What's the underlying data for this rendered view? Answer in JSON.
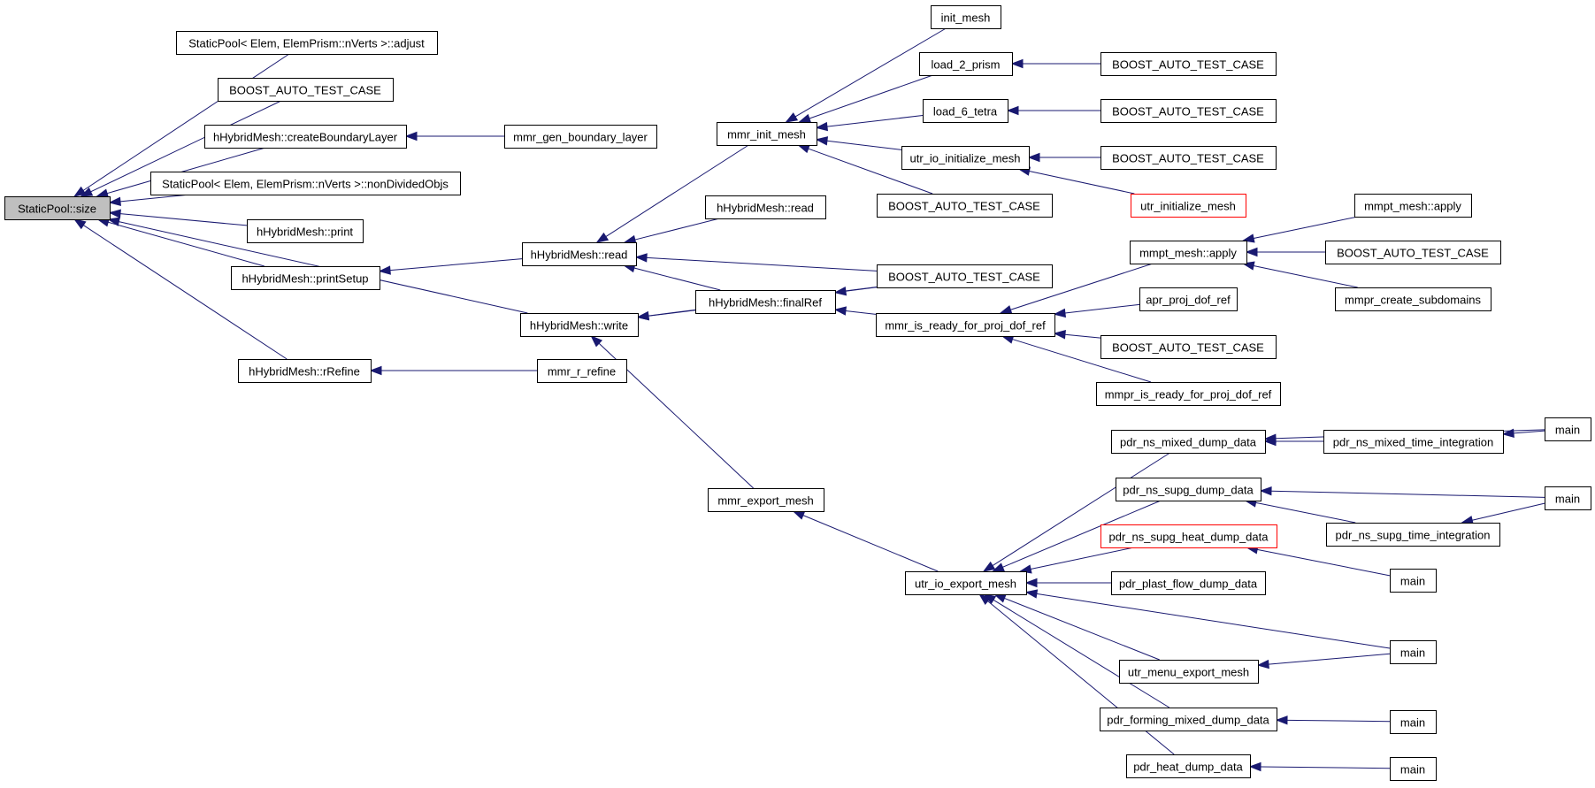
{
  "diagram": {
    "colors": {
      "edge": "#191970",
      "root_fill": "#bfbfbf",
      "node_fill": "#ffffff",
      "node_border": "#000000",
      "truncated_border": "#ff0000"
    },
    "nodes": [
      {
        "id": "root",
        "label": "StaticPool::size",
        "root": true
      },
      {
        "id": "adjust",
        "label": "StaticPool< Elem, ElemPrism::nVerts >::adjust"
      },
      {
        "id": "bat1",
        "label": "BOOST_AUTO_TEST_CASE"
      },
      {
        "id": "cbl",
        "label": "hHybridMesh::createBoundaryLayer"
      },
      {
        "id": "mgbl",
        "label": "mmr_gen_boundary_layer"
      },
      {
        "id": "ndo",
        "label": "StaticPool< Elem, ElemPrism::nVerts >::nonDividedObjs"
      },
      {
        "id": "print",
        "label": "hHybridMesh::print"
      },
      {
        "id": "psetup",
        "label": "hHybridMesh::printSetup"
      },
      {
        "id": "write",
        "label": "hHybridMesh::write"
      },
      {
        "id": "rref",
        "label": "hHybridMesh::rRefine"
      },
      {
        "id": "mrr",
        "label": "mmr_r_refine"
      },
      {
        "id": "read",
        "label": "hHybridMesh::read"
      },
      {
        "id": "finalref",
        "label": "hHybridMesh::finalRef"
      },
      {
        "id": "mexport",
        "label": "mmr_export_mesh"
      },
      {
        "id": "minit",
        "label": "mmr_init_mesh"
      },
      {
        "id": "read2",
        "label": "hHybridMesh::read"
      },
      {
        "id": "bat_fr",
        "label": "BOOST_AUTO_TEST_CASE"
      },
      {
        "id": "mrpdr",
        "label": "mmr_is_ready_for_proj_dof_ref"
      },
      {
        "id": "initmesh",
        "label": "init_mesh"
      },
      {
        "id": "load2",
        "label": "load_2_prism"
      },
      {
        "id": "load6",
        "label": "load_6_tetra"
      },
      {
        "id": "uioinit",
        "label": "utr_io_initialize_mesh"
      },
      {
        "id": "bat_mi",
        "label": "BOOST_AUTO_TEST_CASE"
      },
      {
        "id": "bat_l2",
        "label": "BOOST_AUTO_TEST_CASE"
      },
      {
        "id": "bat_l6",
        "label": "BOOST_AUTO_TEST_CASE"
      },
      {
        "id": "bat_ui",
        "label": "BOOST_AUTO_TEST_CASE"
      },
      {
        "id": "uinit",
        "label": "utr_initialize_mesh",
        "truncated": true
      },
      {
        "id": "mmptapply",
        "label": "mmpt_mesh::apply"
      },
      {
        "id": "aprproj",
        "label": "apr_proj_dof_ref"
      },
      {
        "id": "bat_mr",
        "label": "BOOST_AUTO_TEST_CASE"
      },
      {
        "id": "mmprready",
        "label": "mmpr_is_ready_for_proj_dof_ref"
      },
      {
        "id": "mmptapply2",
        "label": "mmpt_mesh::apply"
      },
      {
        "id": "bat_ma",
        "label": "BOOST_AUTO_TEST_CASE"
      },
      {
        "id": "mmprsub",
        "label": "mmpr_create_subdomains"
      },
      {
        "id": "uioexp",
        "label": "utr_io_export_mesh"
      },
      {
        "id": "pmixed",
        "label": "pdr_ns_mixed_dump_data"
      },
      {
        "id": "psupg",
        "label": "pdr_ns_supg_dump_data"
      },
      {
        "id": "psupgheat",
        "label": "pdr_ns_supg_heat_dump_data",
        "truncated": true
      },
      {
        "id": "pplast",
        "label": "pdr_plast_flow_dump_data"
      },
      {
        "id": "umenu",
        "label": "utr_menu_export_mesh"
      },
      {
        "id": "pforming",
        "label": "pdr_forming_mixed_dump_data"
      },
      {
        "id": "pheat",
        "label": "pdr_heat_dump_data"
      },
      {
        "id": "pmixedti",
        "label": "pdr_ns_mixed_time_integration"
      },
      {
        "id": "psupgti",
        "label": "pdr_ns_supg_time_integration"
      },
      {
        "id": "main1",
        "label": "main"
      },
      {
        "id": "main2",
        "label": "main"
      },
      {
        "id": "main3",
        "label": "main"
      },
      {
        "id": "main4",
        "label": "main"
      },
      {
        "id": "main5",
        "label": "main"
      },
      {
        "id": "main6",
        "label": "main"
      }
    ],
    "edges": [
      [
        "root",
        "adjust"
      ],
      [
        "root",
        "bat1"
      ],
      [
        "root",
        "cbl"
      ],
      [
        "root",
        "ndo"
      ],
      [
        "root",
        "print"
      ],
      [
        "root",
        "psetup"
      ],
      [
        "root",
        "write"
      ],
      [
        "root",
        "rref"
      ],
      [
        "cbl",
        "mgbl"
      ],
      [
        "psetup",
        "read"
      ],
      [
        "rref",
        "mrr"
      ],
      [
        "write",
        "finalref"
      ],
      [
        "write",
        "mexport"
      ],
      [
        "write",
        "bat_fr"
      ],
      [
        "read",
        "minit"
      ],
      [
        "read",
        "read2"
      ],
      [
        "read",
        "finalref"
      ],
      [
        "read",
        "bat_fr"
      ],
      [
        "finalref",
        "bat_fr"
      ],
      [
        "finalref",
        "mrpdr"
      ],
      [
        "minit",
        "initmesh"
      ],
      [
        "minit",
        "load2"
      ],
      [
        "minit",
        "load6"
      ],
      [
        "minit",
        "uioinit"
      ],
      [
        "minit",
        "bat_mi"
      ],
      [
        "load2",
        "bat_l2"
      ],
      [
        "load6",
        "bat_l6"
      ],
      [
        "uioinit",
        "bat_ui"
      ],
      [
        "uioinit",
        "uinit"
      ],
      [
        "mrpdr",
        "mmptapply"
      ],
      [
        "mrpdr",
        "aprproj"
      ],
      [
        "mrpdr",
        "bat_mr"
      ],
      [
        "mrpdr",
        "mmprready"
      ],
      [
        "mmptapply",
        "mmptapply2"
      ],
      [
        "mmptapply",
        "bat_ma"
      ],
      [
        "mmptapply",
        "mmprsub"
      ],
      [
        "mexport",
        "uioexp"
      ],
      [
        "uioexp",
        "pmixed"
      ],
      [
        "uioexp",
        "psupg"
      ],
      [
        "uioexp",
        "psupgheat"
      ],
      [
        "uioexp",
        "pplast"
      ],
      [
        "uioexp",
        "main4"
      ],
      [
        "uioexp",
        "umenu"
      ],
      [
        "uioexp",
        "pforming"
      ],
      [
        "uioexp",
        "pheat"
      ],
      [
        "pmixed",
        "pmixedti"
      ],
      [
        "pmixed",
        "main1"
      ],
      [
        "pmixedti",
        "main1"
      ],
      [
        "psupg",
        "psupgti"
      ],
      [
        "psupg",
        "main2"
      ],
      [
        "psupgti",
        "main2"
      ],
      [
        "psupgheat",
        "main3"
      ],
      [
        "umenu",
        "main4"
      ],
      [
        "pforming",
        "main5"
      ],
      [
        "pheat",
        "main6"
      ]
    ]
  }
}
